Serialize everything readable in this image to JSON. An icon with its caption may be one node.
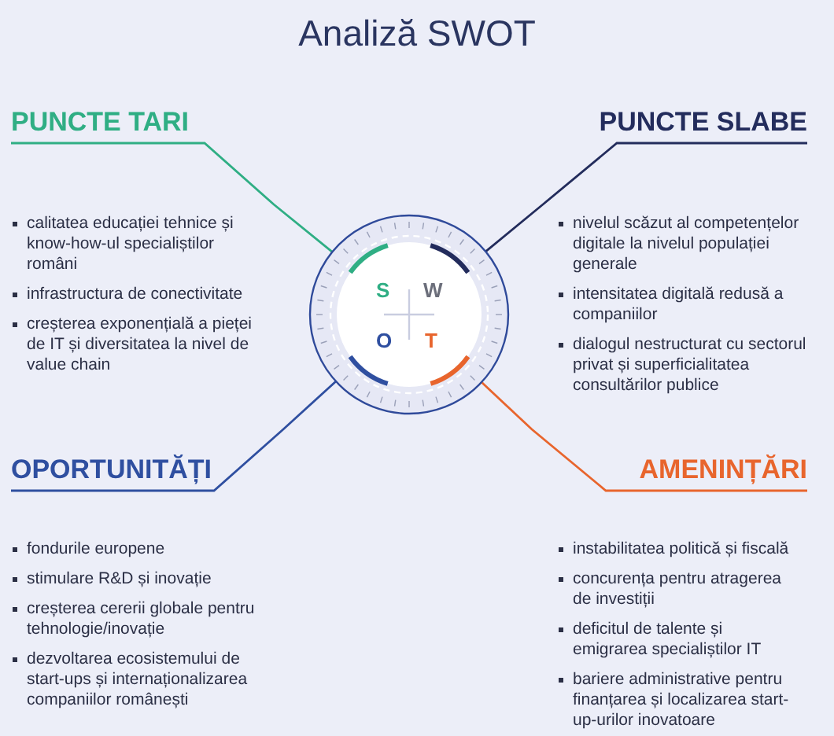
{
  "diagram": {
    "title": "Analiză SWOT",
    "nodes": [
      {
        "text": [
          "PUNCTE TARI"
        ],
        "beside": [
          "calitatea educației tehnice și know-how-ul specialiștilor români",
          "infrastructura de conectivitate",
          "creșterea exponențială a pieței de IT și diversitatea la nivel de value chain"
        ]
      },
      {
        "text": [
          "PUNCTE SLABE"
        ],
        "beside": [
          "nivelul scăzut al competențelor digitale la nivelul populației generale",
          "intensitatea digitală redusă a companiilor",
          "dialogul nestructurat cu sectorul privat și superficialitatea consultărilor publice"
        ]
      },
      {
        "text": [
          "S",
          "W",
          "O",
          "T"
        ]
      },
      {
        "text": [
          "OPORTUNITĂȚI"
        ],
        "beside": [
          "fondurile europene",
          "stimulare R&D și inovație",
          "creșterea cererii globale pentru tehnologie/inovație",
          "dezvoltarea ecosistemului de start-ups și internaționalizarea companiilor românești"
        ]
      },
      {
        "text": [
          "AMENINȚĂRI"
        ],
        "beside": [
          "instabilitatea politică și fiscală",
          "concurența pentru atragerea de investiții",
          "deficitul de talente și emigrarea specialiștilor IT",
          "bariere administrative pentru finanțarea și localizarea start-up-urilor inovatoare"
        ]
      }
    ],
    "edges": [
      {
        "from": 0,
        "to": 2,
        "arrow": "none",
        "color": "#2fae84"
      },
      {
        "from": 1,
        "to": 2,
        "arrow": "none",
        "color": "#232c5c"
      },
      {
        "from": 3,
        "to": 2,
        "arrow": "none",
        "color": "#2f4fa0"
      },
      {
        "from": 4,
        "to": 2,
        "arrow": "none",
        "color": "#e8652d"
      }
    ]
  }
}
